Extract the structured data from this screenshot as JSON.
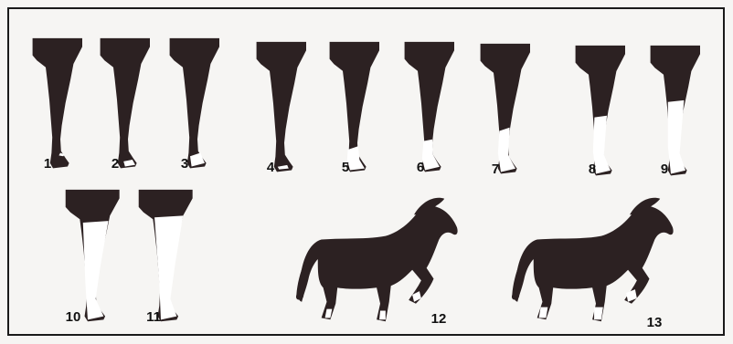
{
  "figure": {
    "leg_labels": [
      "1",
      "2",
      "3",
      "4",
      "5",
      "6",
      "7",
      "8",
      "9",
      "10",
      "11"
    ],
    "horse_labels": [
      "12",
      "13"
    ]
  },
  "colors": {
    "silhouette": "#2c2122",
    "white_marking": "#ffffff",
    "frame": "#1a1a1a",
    "background": "#f6f5f3"
  }
}
